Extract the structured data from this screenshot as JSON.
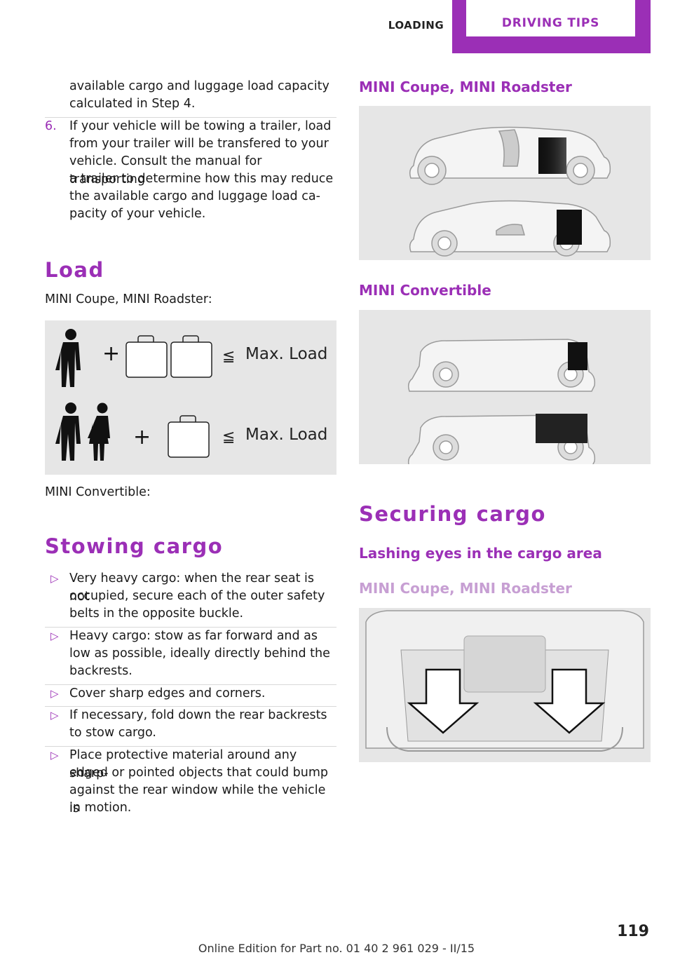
{
  "header": {
    "section": "LOADING",
    "chapter": "DRIVING TIPS"
  },
  "left": {
    "cont_line1": "available cargo and luggage load capacity",
    "cont_line2": "calculated in Step 4.",
    "step6_num": "6.",
    "step6_lines": [
      "If your vehicle will be towing a trailer, load",
      "from your trailer will be transfered to your",
      "vehicle. Consult the manual for transporting",
      "a trailer to determine how this may reduce",
      "the available cargo and luggage load ca‐",
      "pacity of your vehicle."
    ],
    "load_heading": "Load",
    "coupe_label": "MINI Coupe, MINI Roadster:",
    "fig_load_text_1": "Max. Load",
    "fig_load_text_2": "Max. Load",
    "fig_plus": "+",
    "fig_leq": "≦",
    "convertible_label": "MINI Convertible:",
    "stowing_heading": "Stowing cargo",
    "bullet_marker": "▷",
    "bullets": [
      [
        "Very heavy cargo: when the rear seat is not",
        "occupied, secure each of the outer safety",
        "belts in the opposite buckle."
      ],
      [
        "Heavy cargo: stow as far forward and as",
        "low as possible, ideally directly behind the",
        "backrests."
      ],
      [
        "Cover sharp edges and corners."
      ],
      [
        "If necessary, fold down the rear backrests",
        "to stow cargo."
      ],
      [
        "Place protective material around any sharp‐",
        "edged or pointed objects that could bump",
        "against the rear window while the vehicle is",
        "in motion."
      ]
    ]
  },
  "right": {
    "coupe_heading": "MINI Coupe, MINI Roadster",
    "convertible_heading": "MINI Convertible",
    "securing_heading": "Securing cargo",
    "lashing_heading": "Lashing eyes in the cargo area",
    "lashing_sub": "MINI Coupe, MINI Roadster"
  },
  "footer": {
    "edition": "Online Edition for Part no. 01 40 2 961 029 - II/15",
    "page": "119"
  },
  "colors": {
    "accent": "#9b2fb6",
    "accent_light": "#c79fd3",
    "figure_bg": "#e6e6e6"
  }
}
